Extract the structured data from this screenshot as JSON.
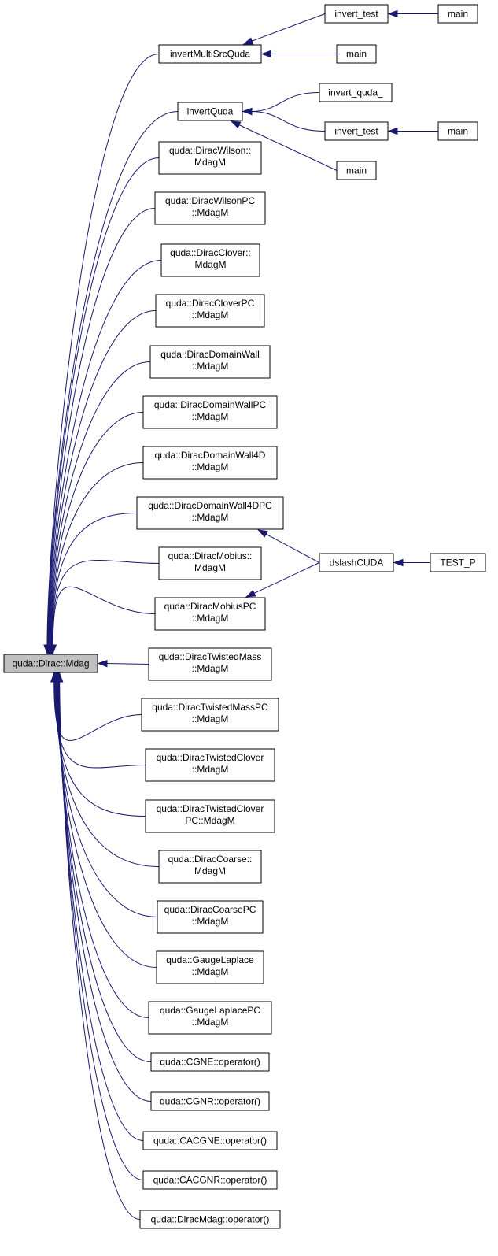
{
  "nodes": {
    "root": [
      "quda::Dirac::Mdag"
    ],
    "invertMultiSrcQuda": [
      "invertMultiSrcQuda"
    ],
    "invertQuda": [
      "invertQuda"
    ],
    "wilson": [
      "quda::DiracWilson::",
      "MdagM"
    ],
    "wilsonpc": [
      "quda::DiracWilsonPC",
      "::MdagM"
    ],
    "clover": [
      "quda::DiracClover::",
      "MdagM"
    ],
    "cloverpc": [
      "quda::DiracCloverPC",
      "::MdagM"
    ],
    "dw": [
      "quda::DiracDomainWall",
      "::MdagM"
    ],
    "dwpc": [
      "quda::DiracDomainWallPC",
      "::MdagM"
    ],
    "dw4d": [
      "quda::DiracDomainWall4D",
      "::MdagM"
    ],
    "dw4dpc": [
      "quda::DiracDomainWall4DPC",
      "::MdagM"
    ],
    "mobius": [
      "quda::DiracMobius::",
      "MdagM"
    ],
    "mobiuspc": [
      "quda::DiracMobiusPC",
      "::MdagM"
    ],
    "tm": [
      "quda::DiracTwistedMass",
      "::MdagM"
    ],
    "tmpc": [
      "quda::DiracTwistedMassPC",
      "::MdagM"
    ],
    "tc": [
      "quda::DiracTwistedClover",
      "::MdagM"
    ],
    "tcpc": [
      "quda::DiracTwistedClover",
      "PC::MdagM"
    ],
    "coarse": [
      "quda::DiracCoarse::",
      "MdagM"
    ],
    "coarsepc": [
      "quda::DiracCoarsePC",
      "::MdagM"
    ],
    "gl": [
      "quda::GaugeLaplace",
      "::MdagM"
    ],
    "glpc": [
      "quda::GaugeLaplacePC",
      "::MdagM"
    ],
    "cgne": [
      "quda::CGNE::operator()"
    ],
    "cgnr": [
      "quda::CGNR::operator()"
    ],
    "cacgne": [
      "quda::CACGNE::operator()"
    ],
    "cacgnr": [
      "quda::CACGNR::operator()"
    ],
    "diracmdag": [
      "quda::DiracMdag::operator()"
    ],
    "invert_test_1": [
      "invert_test"
    ],
    "main_a": [
      "main"
    ],
    "main_b": [
      "main"
    ],
    "invert_quda_": [
      "invert_quda_"
    ],
    "invert_test_2": [
      "invert_test"
    ],
    "main_c": [
      "main"
    ],
    "main_d": [
      "main"
    ],
    "dslashCUDA": [
      "dslashCUDA"
    ],
    "TEST_P": [
      "TEST_P"
    ]
  },
  "edges": [
    [
      "invertMultiSrcQuda",
      "root"
    ],
    [
      "invertQuda",
      "root"
    ],
    [
      "wilson",
      "root"
    ],
    [
      "wilsonpc",
      "root"
    ],
    [
      "clover",
      "root"
    ],
    [
      "cloverpc",
      "root"
    ],
    [
      "dw",
      "root"
    ],
    [
      "dwpc",
      "root"
    ],
    [
      "dw4d",
      "root"
    ],
    [
      "dw4dpc",
      "root"
    ],
    [
      "mobius",
      "root"
    ],
    [
      "mobiuspc",
      "root"
    ],
    [
      "tm",
      "root"
    ],
    [
      "tmpc",
      "root"
    ],
    [
      "tc",
      "root"
    ],
    [
      "tcpc",
      "root"
    ],
    [
      "coarse",
      "root"
    ],
    [
      "coarsepc",
      "root"
    ],
    [
      "gl",
      "root"
    ],
    [
      "glpc",
      "root"
    ],
    [
      "cgne",
      "root"
    ],
    [
      "cgnr",
      "root"
    ],
    [
      "cacgne",
      "root"
    ],
    [
      "cacgnr",
      "root"
    ],
    [
      "diracmdag",
      "root"
    ],
    [
      "invert_test_1",
      "invertMultiSrcQuda"
    ],
    [
      "main_b",
      "invertMultiSrcQuda"
    ],
    [
      "main_a",
      "invert_test_1"
    ],
    [
      "invert_quda_",
      "invertQuda"
    ],
    [
      "invert_test_2",
      "invertQuda"
    ],
    [
      "main_d",
      "invertQuda"
    ],
    [
      "main_c",
      "invert_test_2"
    ],
    [
      "dslashCUDA",
      "dw4dpc"
    ],
    [
      "dslashCUDA",
      "mobiuspc"
    ],
    [
      "TEST_P",
      "dslashCUDA"
    ]
  ],
  "colors": {
    "edge": "#191970",
    "root_fill": "#bfbfbf",
    "node_fill": "#ffffff"
  }
}
